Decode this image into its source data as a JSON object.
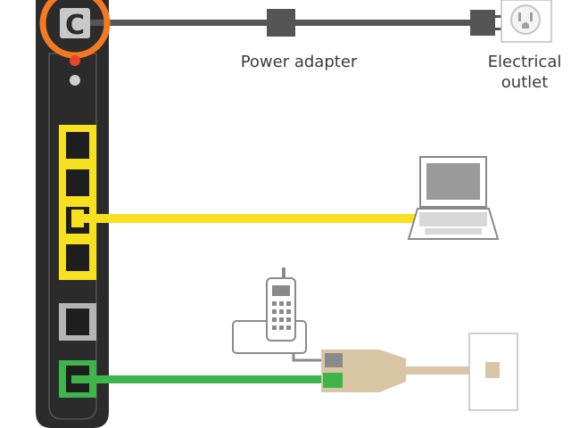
{
  "labels": {
    "power_adapter": "Power adapter",
    "electrical_outlet_line1": "Electrical",
    "electrical_outlet_line2": "outlet"
  },
  "ports": {
    "power": "C"
  },
  "colors": {
    "modem_body": "#2b2b2b",
    "power_highlight": "#f47920",
    "power_led": "#e8452c",
    "ethernet_yellow": "#f7e01e",
    "phone_line_green": "#3db54a",
    "filter_tan": "#d9c6a5",
    "cable_gray": "#555555"
  },
  "icons": [
    "power-port-icon",
    "power-adapter-icon",
    "electrical-outlet-icon",
    "laptop-icon",
    "cordless-phone-icon",
    "dsl-filter-icon",
    "phone-jack-icon"
  ]
}
